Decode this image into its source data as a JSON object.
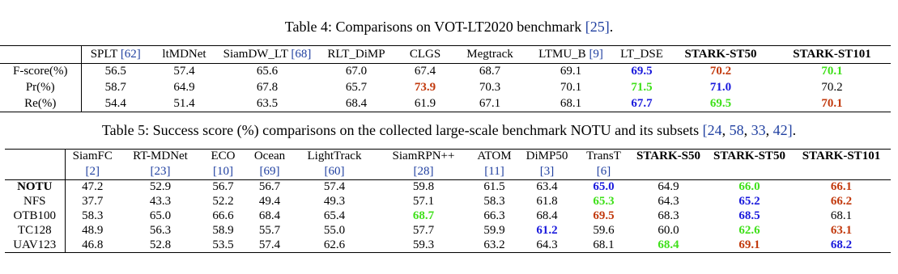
{
  "table4": {
    "caption_label": "Table 4:",
    "caption_text": "Comparisons on VOT-LT2020 benchmark",
    "caption_ref": "[25]",
    "caption_end": ".",
    "columns": [
      {
        "name": "SPLT",
        "ref": "[62]"
      },
      {
        "name": "ltMDNet",
        "ref": ""
      },
      {
        "name": "SiamDW_LT",
        "ref": "[68]"
      },
      {
        "name": "RLT_DiMP",
        "ref": ""
      },
      {
        "name": "CLGS",
        "ref": ""
      },
      {
        "name": "Megtrack",
        "ref": ""
      },
      {
        "name": "LTMU_B",
        "ref": "[9]"
      },
      {
        "name": "LT_DSE",
        "ref": ""
      },
      {
        "name": "STARK-ST50",
        "ref": "",
        "bold": true
      },
      {
        "name": "STARK-ST101",
        "ref": "",
        "bold": true
      }
    ],
    "rows": [
      {
        "label": "F-score(%)",
        "values": [
          "56.5",
          "57.4",
          "65.6",
          "67.0",
          "67.4",
          "68.7",
          "69.1",
          "69.5",
          "70.2",
          "70.1"
        ],
        "highlights": [
          "",
          "",
          "",
          "",
          "",
          "",
          "",
          "blue",
          "red",
          "green"
        ]
      },
      {
        "label": "Pr(%)",
        "values": [
          "58.7",
          "64.9",
          "67.8",
          "65.7",
          "73.9",
          "70.3",
          "70.1",
          "71.5",
          "71.0",
          "70.2"
        ],
        "highlights": [
          "",
          "",
          "",
          "",
          "red",
          "",
          "",
          "green",
          "blue",
          ""
        ]
      },
      {
        "label": "Re(%)",
        "values": [
          "54.4",
          "51.4",
          "63.5",
          "68.4",
          "61.9",
          "67.1",
          "68.1",
          "67.7",
          "69.5",
          "70.1"
        ],
        "highlights": [
          "",
          "",
          "",
          "",
          "",
          "",
          "",
          "blue",
          "green",
          "red"
        ]
      }
    ]
  },
  "table5": {
    "caption_label": "Table 5:",
    "caption_text": "Success score (%) comparisons on the collected large-scale benchmark NOTU and its subsets",
    "caption_refs": [
      "[24",
      "58",
      "33",
      "42]"
    ],
    "caption_end": ".",
    "columns": [
      {
        "name": "SiamFC",
        "ref": "[2]"
      },
      {
        "name": "RT-MDNet",
        "ref": "[23]"
      },
      {
        "name": "ECO",
        "ref": "[10]"
      },
      {
        "name": "Ocean",
        "ref": "[69]"
      },
      {
        "name": "LightTrack",
        "ref": "[60]"
      },
      {
        "name": "SiamRPN++",
        "ref": "[28]"
      },
      {
        "name": "ATOM",
        "ref": "[11]"
      },
      {
        "name": "DiMP50",
        "ref": "[3]"
      },
      {
        "name": "TransT",
        "ref": "[6]"
      },
      {
        "name": "STARK-S50",
        "ref": "",
        "bold": true
      },
      {
        "name": "STARK-ST50",
        "ref": "",
        "bold": true
      },
      {
        "name": "STARK-ST101",
        "ref": "",
        "bold": true
      }
    ],
    "rows": [
      {
        "label": "NOTU",
        "bold": true,
        "values": [
          "47.2",
          "52.9",
          "56.7",
          "56.7",
          "57.4",
          "59.8",
          "61.5",
          "63.4",
          "65.0",
          "64.9",
          "66.0",
          "66.1"
        ],
        "highlights": [
          "",
          "",
          "",
          "",
          "",
          "",
          "",
          "",
          "blue",
          "",
          "green",
          "red"
        ]
      },
      {
        "label": "NFS",
        "values": [
          "37.7",
          "43.3",
          "52.2",
          "49.4",
          "49.3",
          "57.1",
          "58.3",
          "61.8",
          "65.3",
          "64.3",
          "65.2",
          "66.2"
        ],
        "highlights": [
          "",
          "",
          "",
          "",
          "",
          "",
          "",
          "",
          "green",
          "",
          "blue",
          "red"
        ]
      },
      {
        "label": "OTB100",
        "values": [
          "58.3",
          "65.0",
          "66.6",
          "68.4",
          "65.4",
          "68.7",
          "66.3",
          "68.4",
          "69.5",
          "68.3",
          "68.5",
          "68.1"
        ],
        "highlights": [
          "",
          "",
          "",
          "",
          "",
          "green",
          "",
          "",
          "red",
          "",
          "blue",
          ""
        ]
      },
      {
        "label": "TC128",
        "values": [
          "48.9",
          "56.3",
          "58.9",
          "55.7",
          "55.0",
          "57.7",
          "59.9",
          "61.2",
          "59.6",
          "60.0",
          "62.6",
          "63.1"
        ],
        "highlights": [
          "",
          "",
          "",
          "",
          "",
          "",
          "",
          "blue",
          "",
          "",
          "green",
          "red"
        ]
      },
      {
        "label": "UAV123",
        "values": [
          "46.8",
          "52.8",
          "53.5",
          "57.4",
          "62.6",
          "59.3",
          "63.2",
          "64.3",
          "68.1",
          "68.4",
          "69.1",
          "68.2"
        ],
        "highlights": [
          "",
          "",
          "",
          "",
          "",
          "",
          "",
          "",
          "",
          "green",
          "red",
          "blue"
        ]
      }
    ]
  }
}
